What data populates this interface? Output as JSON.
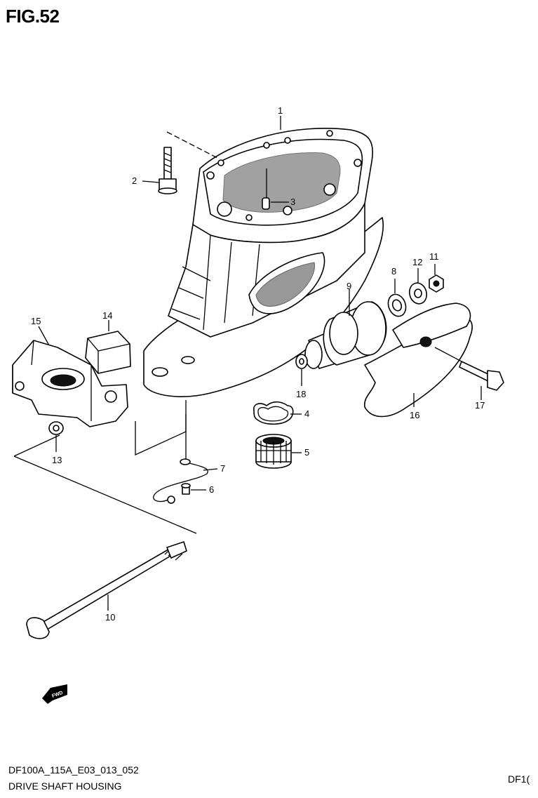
{
  "figure_title": "FIG.52",
  "footer": {
    "model_code": "DF100A_115A_E03_013_052",
    "section_name": "DRIVE SHAFT HOUSING",
    "right_code": "DF1("
  },
  "callouts": [
    "1",
    "2",
    "3",
    "4",
    "5",
    "6",
    "7",
    "8",
    "9",
    "10",
    "11",
    "12",
    "13",
    "14",
    "15",
    "16",
    "17",
    "18"
  ],
  "icons": {
    "forward_arrow": "fwd-arrow-icon"
  },
  "fwd_label": "FWD"
}
